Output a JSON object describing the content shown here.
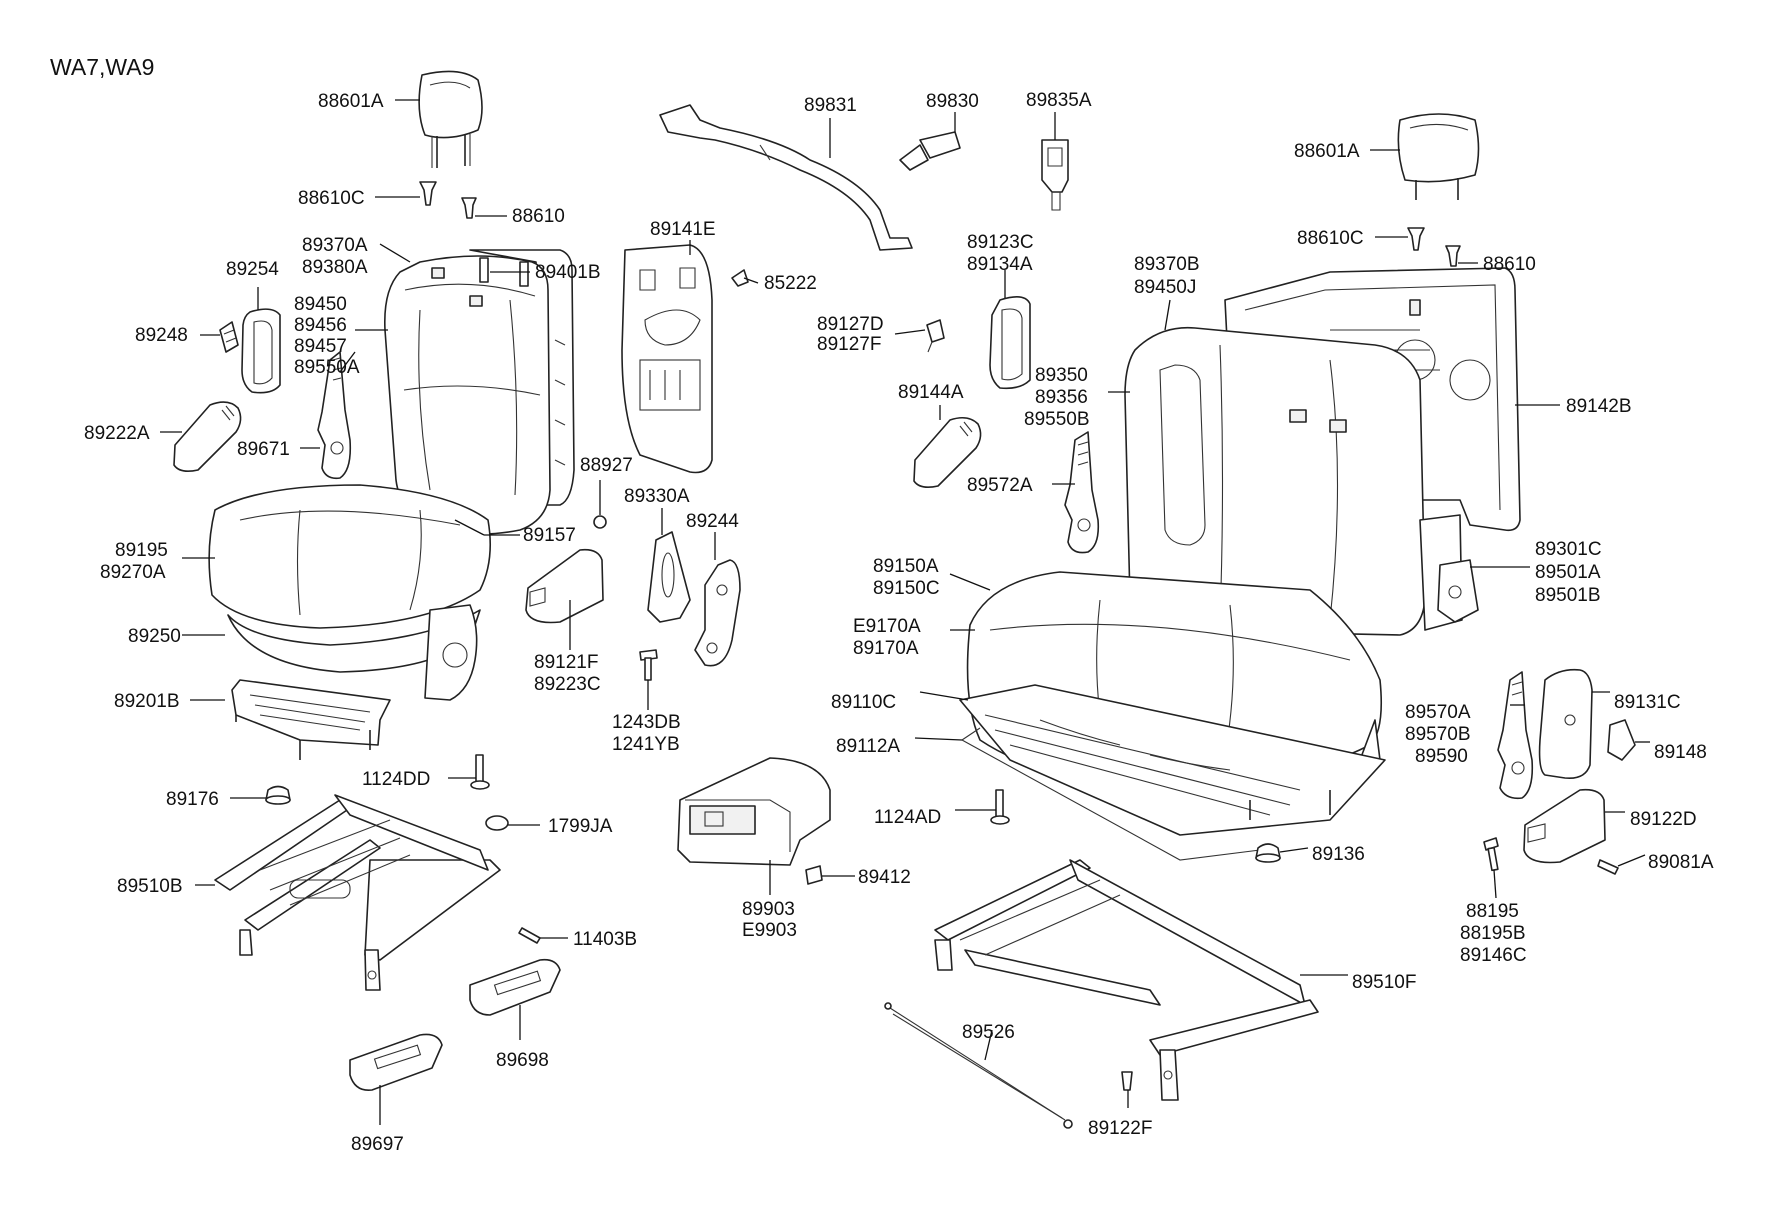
{
  "title": "WA7,WA9",
  "labels": {
    "l88601A_left": "88601A",
    "l88610C_left": "88610C",
    "l88610_left": "88610",
    "l89370A": "89370A",
    "l89380A": "89380A",
    "l89401B": "89401B",
    "l89254": "89254",
    "l89248": "89248",
    "l89450": "89450",
    "l89456": "89456",
    "l89457": "89457",
    "l89550A": "89550A",
    "l89222A": "89222A",
    "l89671": "89671",
    "l88927": "88927",
    "l89157": "89157",
    "l89195": "89195",
    "l89270A": "89270A",
    "l89250": "89250",
    "l89201B": "89201B",
    "l89176": "89176",
    "l1124DD": "1124DD",
    "l1799JA": "1799JA",
    "l89510B": "89510B",
    "l11403B": "11403B",
    "l89698": "89698",
    "l89697": "89697",
    "l89831": "89831",
    "l89830": "89830",
    "l89835A": "89835A",
    "l89141E": "89141E",
    "l85222": "85222",
    "l89123C": "89123C",
    "l89134A": "89134A",
    "l89127D": "89127D",
    "l89127F": "89127F",
    "l89144A": "89144A",
    "l89330A": "89330A",
    "l89244": "89244",
    "l89121F": "89121F",
    "l89223C": "89223C",
    "l1243DB": "1243DB",
    "l1241YB": "1241YB",
    "l89903": "89903",
    "lE9903": "E9903",
    "l89412": "89412",
    "l88601A_right": "88601A",
    "l88610C_right": "88610C",
    "l88610_right": "88610",
    "l89370B": "89370B",
    "l89450J": "89450J",
    "l89350": "89350",
    "l89356": "89356",
    "l89550B": "89550B",
    "l89142B": "89142B",
    "l89572A": "89572A",
    "l89301C": "89301C",
    "l89501A": "89501A",
    "l89501B": "89501B",
    "l89150A": "89150A",
    "l89150C": "89150C",
    "lE9170A": "E9170A",
    "l89170A": "89170A",
    "l89110C": "89110C",
    "l89112A": "89112A",
    "l89570A": "89570A",
    "l89570B": "89570B",
    "l89590": "89590",
    "l89131C": "89131C",
    "l89148": "89148",
    "l1124AD": "1124AD",
    "l89136": "89136",
    "l89122D": "89122D",
    "l89081A": "89081A",
    "l88195": "88195",
    "l88195B": "88195B",
    "l89146C": "89146C",
    "l89510F": "89510F",
    "l89526": "89526",
    "l89122F": "89122F"
  }
}
